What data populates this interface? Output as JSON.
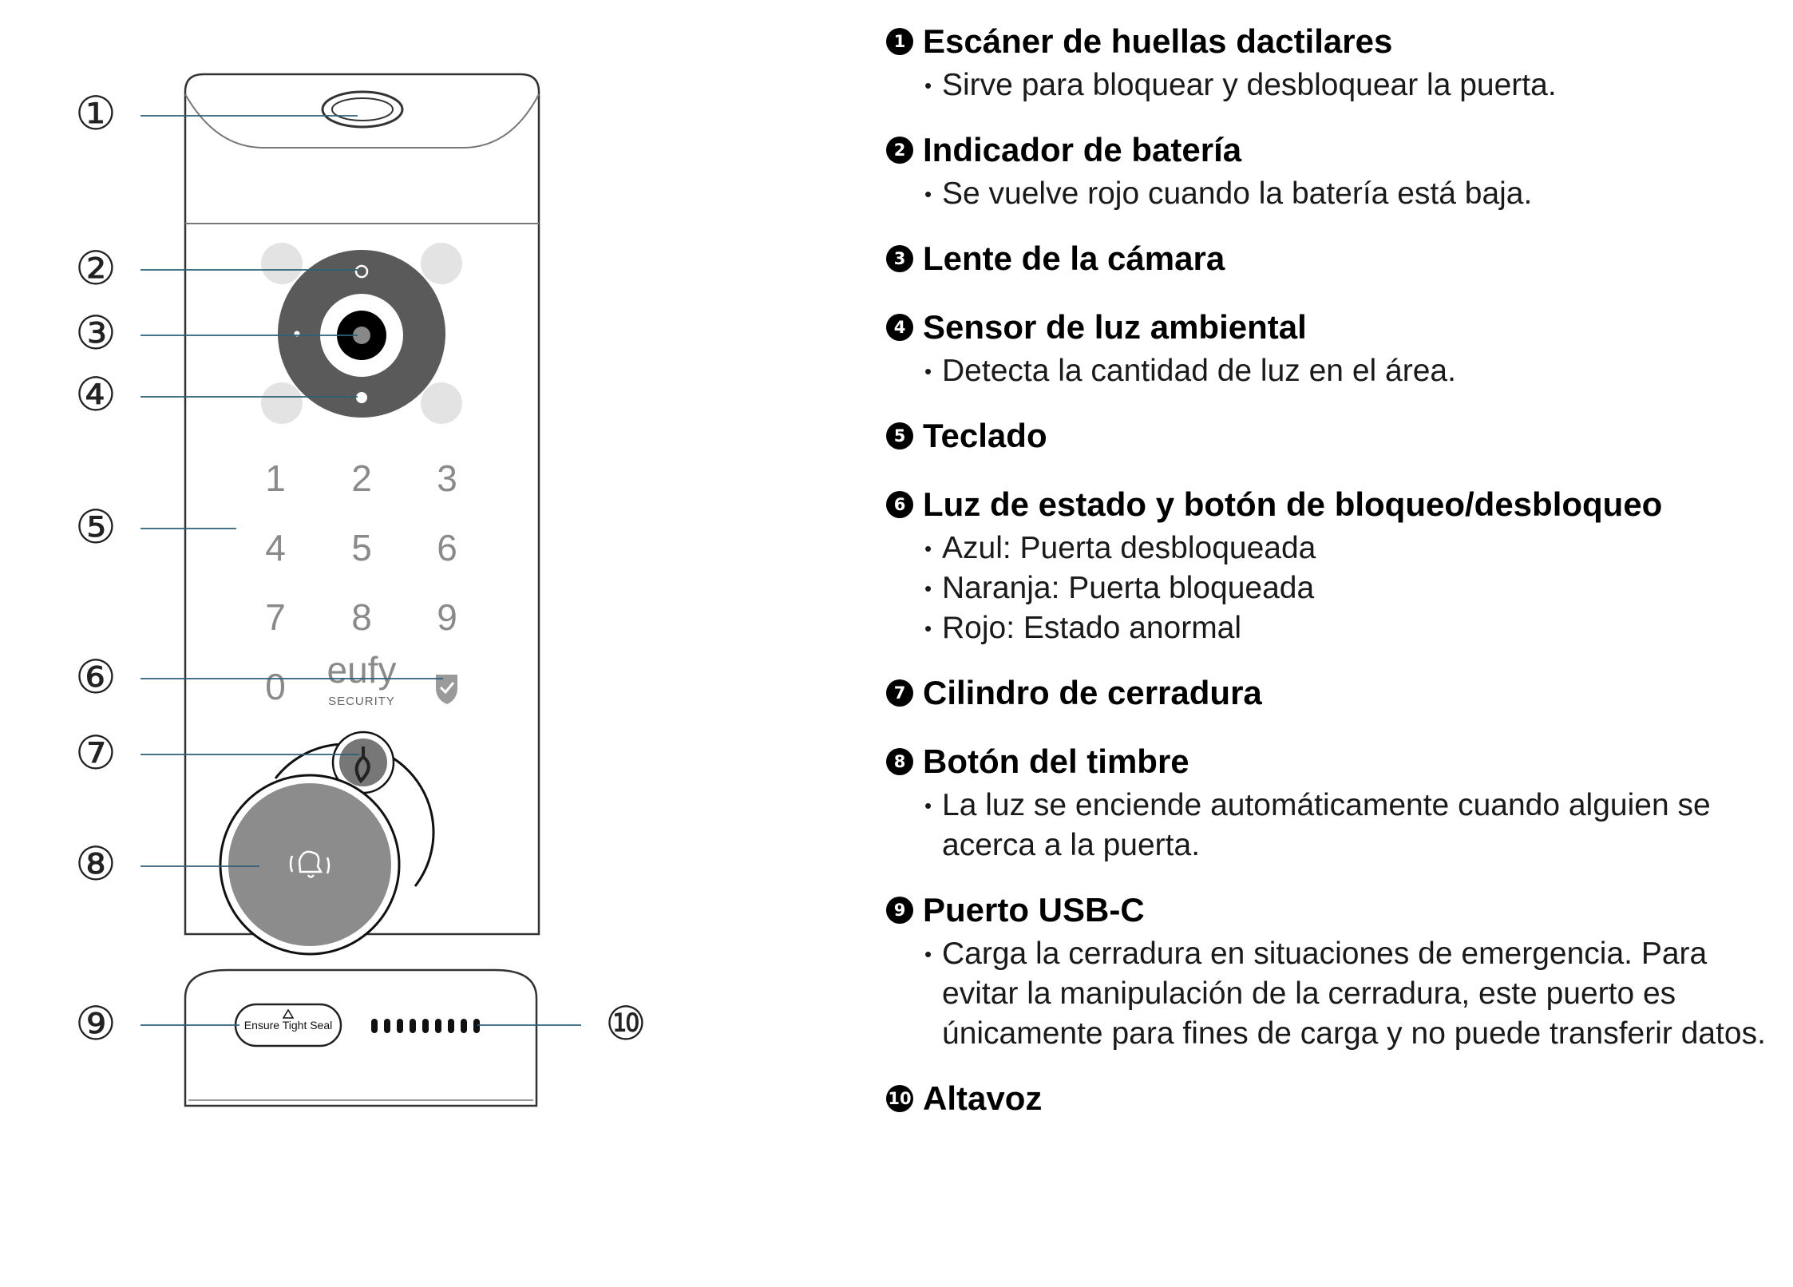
{
  "callouts": [
    "①",
    "②",
    "③",
    "④",
    "⑤",
    "⑥",
    "⑦",
    "⑧",
    "⑨",
    "⑩"
  ],
  "device": {
    "keys": [
      "1",
      "2",
      "3",
      "4",
      "5",
      "6",
      "7",
      "8",
      "9",
      "0"
    ],
    "logo": "eufy",
    "logo_sub": "SECURITY",
    "seal_label": "Ensure Tight Seal"
  },
  "colors": {
    "leader_line": "#2f5f7a",
    "lens_ring": "#5a5a5a",
    "doorbell": "#8c8c8c",
    "outline": "#333333"
  },
  "legend": [
    {
      "num": "1",
      "title": "Escáner de huellas dactilares",
      "bullets": [
        "Sirve para bloquear y desbloquear la puerta."
      ]
    },
    {
      "num": "2",
      "title": "Indicador de batería",
      "bullets": [
        "Se vuelve rojo cuando la batería está baja."
      ]
    },
    {
      "num": "3",
      "title": "Lente de la cámara",
      "bullets": []
    },
    {
      "num": "4",
      "title": "Sensor de luz ambiental",
      "bullets": [
        "Detecta la cantidad de luz en el área."
      ]
    },
    {
      "num": "5",
      "title": "Teclado",
      "bullets": []
    },
    {
      "num": "6",
      "title": "Luz de estado y botón de bloqueo/desbloqueo",
      "bullets": [
        "Azul: Puerta desbloqueada",
        "Naranja: Puerta bloqueada",
        "Rojo: Estado anormal"
      ]
    },
    {
      "num": "7",
      "title": "Cilindro de cerradura",
      "bullets": []
    },
    {
      "num": "8",
      "title": "Botón del timbre",
      "bullets": [
        "La luz se enciende automáticamente cuando alguien se acerca a la puerta."
      ]
    },
    {
      "num": "9",
      "title": "Puerto USB-C",
      "bullets": [
        "Carga la cerradura en situaciones de emergencia. Para evitar la manipulación de la cerradura, este puerto es únicamente para fines de carga y no puede transferir datos."
      ]
    },
    {
      "num": "10",
      "title": "Altavoz",
      "bullets": []
    }
  ]
}
